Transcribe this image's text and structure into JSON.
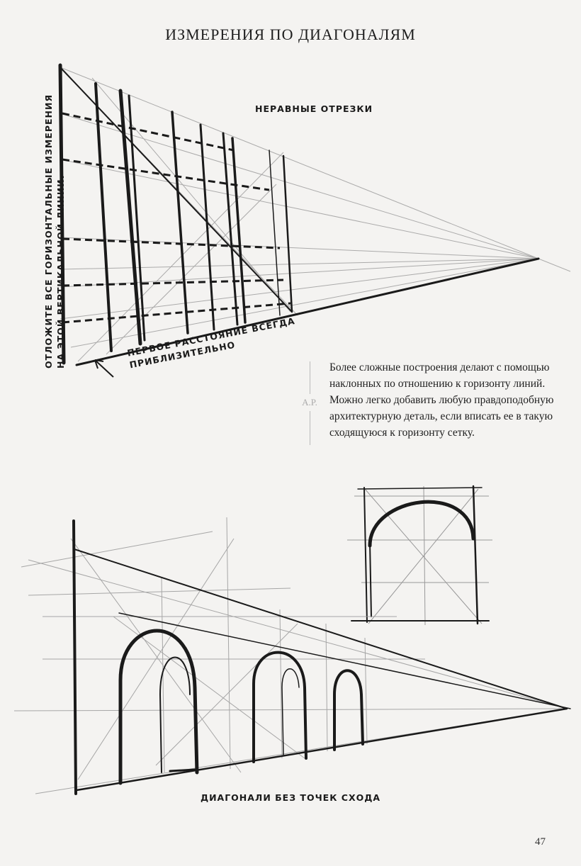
{
  "page": {
    "title": "ИЗМЕРЕНИЯ ПО ДИАГОНАЛЯМ",
    "number": "47"
  },
  "figure_top": {
    "label_unequal": "НЕРАВНЫЕ ОТРЕЗКИ",
    "label_vertical_line1": "ОТЛОЖИТЕ ВСЕ ГОРИЗОНТАЛЬНЫЕ ИЗМЕРЕНИЯ",
    "label_vertical_line2": "НА ЭТОЙ ВЕРТИКАЛЬНОЙ ЛИНИИ.",
    "label_first_line1": "ПЕРВОЕ РАССТОЯНИЕ ВСЕГДА",
    "label_first_line2": "ПРИБЛИЗИТЕЛЬНО"
  },
  "sidebar": {
    "author": "A.P.",
    "caption": "Более сложные построения делают с помощью наклонных по отношению к горизонту линий. Можно легко добавить любую правдоподобную архитектурную деталь, если вписать ее в такую сходящуюся к горизонту сетку."
  },
  "figure_bottom": {
    "label_diagonals": "ДИАГОНАЛИ БЕЗ ТОЧЕК СХОДА"
  },
  "colors": {
    "paper": "#f4f3f1",
    "ink": "#1a1a1a",
    "pencil": "#8a8a8a"
  }
}
